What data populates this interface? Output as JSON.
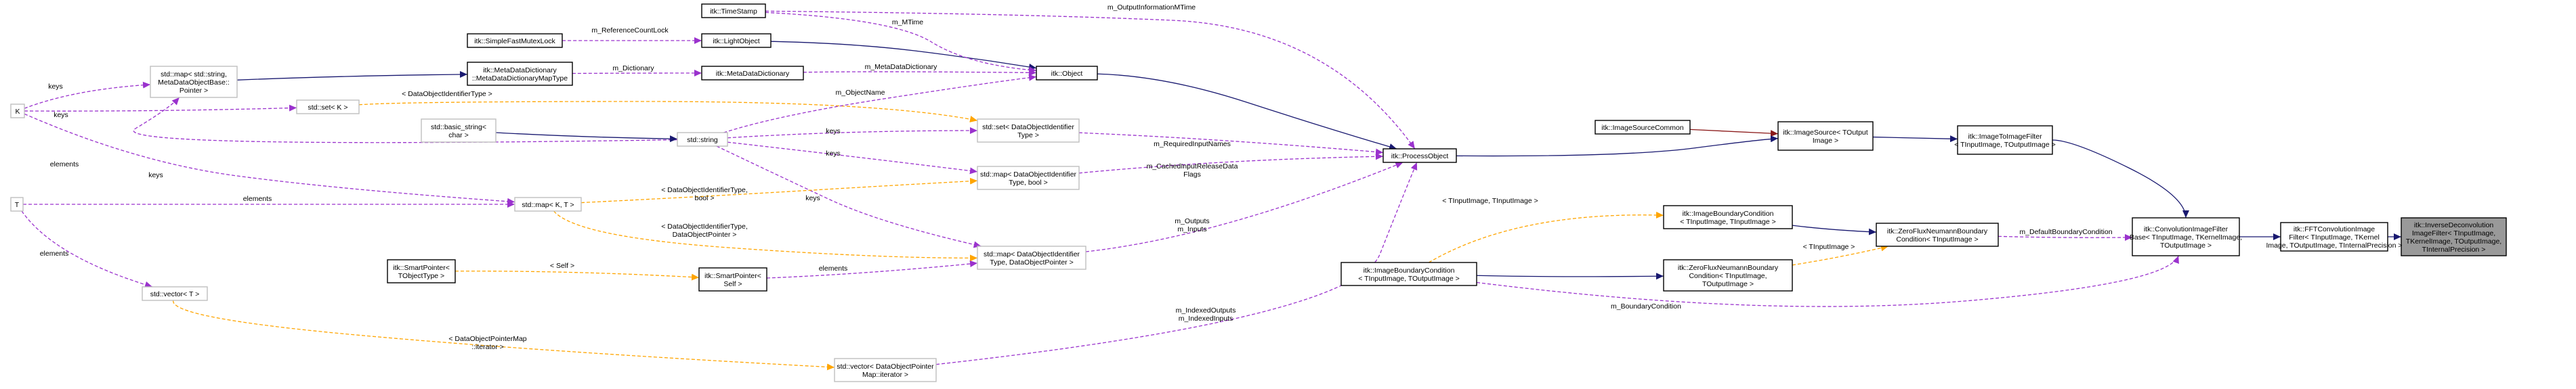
{
  "colors": {
    "node_border": "#000000",
    "node_border_gray": "#bfbfbf",
    "node_fill": "#ffffff",
    "focus_fill": "#999999",
    "inherit": "#191970",
    "member": "#9a32cd",
    "template": "#ffa500",
    "protected": "#8b1a1a"
  },
  "nodes": [
    {
      "id": "invdecon",
      "lines": [
        "itk::InverseDeconvolution",
        "ImageFilter< TInputImage,",
        "TKernelImage, TOutputImage,",
        "TInternalPrecision >"
      ],
      "focus": true
    },
    {
      "id": "fftconv",
      "lines": [
        "itk::FFTConvolutionImage",
        "Filter< TInputImage, TKernel",
        "Image, TOutputImage, TInternalPrecision >"
      ]
    },
    {
      "id": "convbase",
      "lines": [
        "itk::ConvolutionImageFilter",
        "Base< TInputImage, TKernelImage,",
        "TOutputImage >"
      ]
    },
    {
      "id": "img2img",
      "lines": [
        "itk::ImageToImageFilter",
        "< TInputImage, TOutputImage >"
      ]
    },
    {
      "id": "imgsrc",
      "lines": [
        "itk::ImageSource< TOutput",
        "Image >"
      ]
    },
    {
      "id": "imgsrccommon",
      "lines": [
        "itk::ImageSourceCommon"
      ]
    },
    {
      "id": "procobj",
      "lines": [
        "itk::ProcessObject"
      ]
    },
    {
      "id": "object",
      "lines": [
        "itk::Object"
      ]
    },
    {
      "id": "lightobj",
      "lines": [
        "itk::LightObject"
      ]
    },
    {
      "id": "sfmlock",
      "lines": [
        "itk::SimpleFastMutexLock"
      ]
    },
    {
      "id": "timestamp",
      "lines": [
        "itk::TimeStamp"
      ]
    },
    {
      "id": "mdd",
      "lines": [
        "itk::MetaDataDictionary"
      ]
    },
    {
      "id": "mddmap",
      "lines": [
        "itk::MetaDataDictionary",
        "::MetaDataDictionaryMapType"
      ]
    },
    {
      "id": "mapstr",
      "lines": [
        "std::map< std::string,",
        "MetaDataObjectBase::",
        "Pointer >"
      ],
      "gray": true
    },
    {
      "id": "K",
      "lines": [
        "K"
      ],
      "gray": true
    },
    {
      "id": "setK",
      "lines": [
        "std::set< K >"
      ],
      "gray": true
    },
    {
      "id": "basicstr",
      "lines": [
        "std::basic_string<",
        "char >"
      ],
      "gray": true
    },
    {
      "id": "stdstring",
      "lines": [
        "std::string"
      ],
      "gray": true
    },
    {
      "id": "setdoit",
      "lines": [
        "std::set< DataObjectIdentifier",
        "Type >"
      ],
      "gray": true
    },
    {
      "id": "mapdoibool",
      "lines": [
        "std::map< DataObjectIdentifier",
        "Type, bool >"
      ],
      "gray": true
    },
    {
      "id": "mapKT",
      "lines": [
        "std::map< K, T >"
      ],
      "gray": true
    },
    {
      "id": "T",
      "lines": [
        "T"
      ],
      "gray": true
    },
    {
      "id": "mapdoidop",
      "lines": [
        "std::map< DataObjectIdentifier",
        "Type, DataObjectPointer >"
      ],
      "gray": true
    },
    {
      "id": "spTObj",
      "lines": [
        "itk::SmartPointer<",
        "TObjectType >"
      ]
    },
    {
      "id": "spSelf",
      "lines": [
        "itk::SmartPointer<",
        "Self >"
      ]
    },
    {
      "id": "vecT",
      "lines": [
        "std::vector< T >"
      ],
      "gray": true
    },
    {
      "id": "vecdop",
      "lines": [
        "std::vector< DataObjectPointer",
        "Map::iterator >"
      ],
      "gray": true
    },
    {
      "id": "ibc",
      "lines": [
        "itk::ImageBoundaryCondition",
        "< TInputImage, TOutputImage >"
      ]
    },
    {
      "id": "ibc2",
      "lines": [
        "itk::ImageBoundaryCondition",
        "< TInputImage, TInputImage >"
      ]
    },
    {
      "id": "zfnbc",
      "lines": [
        "itk::ZeroFluxNeumannBoundary",
        "Condition< TInputImage,",
        "TOutputImage >"
      ]
    },
    {
      "id": "zfnbc2",
      "lines": [
        "itk::ZeroFluxNeumannBoundary",
        "Condition< TInputImage >"
      ]
    }
  ],
  "edges": [
    {
      "id": "e1",
      "kind": "inherit",
      "from": "fftconv",
      "to": "invdecon"
    },
    {
      "id": "e2",
      "kind": "inherit",
      "from": "convbase",
      "to": "fftconv"
    },
    {
      "id": "e3",
      "kind": "inherit",
      "from": "img2img",
      "to": "convbase"
    },
    {
      "id": "e4",
      "kind": "inherit",
      "from": "imgsrc",
      "to": "img2img"
    },
    {
      "id": "e5",
      "kind": "protected",
      "from": "imgsrccommon",
      "to": "imgsrc"
    },
    {
      "id": "e6",
      "kind": "inherit",
      "from": "procobj",
      "to": "imgsrc"
    },
    {
      "id": "e7",
      "kind": "inherit",
      "from": "object",
      "to": "procobj"
    },
    {
      "id": "e8",
      "kind": "inherit",
      "from": "lightobj",
      "to": "object"
    },
    {
      "id": "e9",
      "kind": "member",
      "from": "sfmlock",
      "to": "lightobj",
      "label": "m_ReferenceCountLock"
    },
    {
      "id": "e10",
      "kind": "member",
      "from": "timestamp",
      "to": "object",
      "label": "m_MTime"
    },
    {
      "id": "e11",
      "kind": "member",
      "from": "timestamp",
      "to": "procobj",
      "label": "m_OutputInformationMTime"
    },
    {
      "id": "e12",
      "kind": "member",
      "from": "mdd",
      "to": "object",
      "label": "m_MetaDataDictionary"
    },
    {
      "id": "e13",
      "kind": "member",
      "from": "mddmap",
      "to": "mdd",
      "label": "m_Dictionary"
    },
    {
      "id": "e14",
      "kind": "inherit",
      "from": "mapstr",
      "to": "mddmap"
    },
    {
      "id": "e15",
      "kind": "member",
      "from": "K",
      "to": "mapstr",
      "label": "keys"
    },
    {
      "id": "e16",
      "kind": "member",
      "from": "stdstring",
      "to": "mapstr",
      "label": "elements"
    },
    {
      "id": "e17",
      "kind": "member",
      "from": "K",
      "to": "setK",
      "label": "keys"
    },
    {
      "id": "e18",
      "kind": "template",
      "from": "setK",
      "to": "setdoit",
      "label": "< DataObjectIdentifierType >"
    },
    {
      "id": "e19",
      "kind": "member",
      "from": "stdstring",
      "to": "object",
      "label": "m_ObjectName"
    },
    {
      "id": "e20",
      "kind": "inherit",
      "from": "basicstr",
      "to": "stdstring"
    },
    {
      "id": "e21",
      "kind": "member",
      "from": "stdstring",
      "to": "setdoit",
      "label": "keys"
    },
    {
      "id": "e22",
      "kind": "member",
      "from": "stdstring",
      "to": "mapdoibool",
      "label": "keys"
    },
    {
      "id": "e23",
      "kind": "member",
      "from": "stdstring",
      "to": "mapdoidop",
      "label": "keys"
    },
    {
      "id": "e24",
      "kind": "member",
      "from": "setdoit",
      "to": "procobj",
      "label": "m_RequiredInputNames"
    },
    {
      "id": "e25",
      "kind": "member",
      "from": "mapdoibool",
      "to": "procobj",
      "label": "m_CachedInputReleaseData\nFlags"
    },
    {
      "id": "e26",
      "kind": "member",
      "from": "mapdoidop",
      "to": "procobj",
      "label": "m_Outputs\nm_Inputs"
    },
    {
      "id": "e27",
      "kind": "member",
      "from": "K",
      "to": "mapKT",
      "label": "keys"
    },
    {
      "id": "e28",
      "kind": "member",
      "from": "T",
      "to": "mapKT",
      "label": "elements"
    },
    {
      "id": "e29",
      "kind": "template",
      "from": "mapKT",
      "to": "mapdoibool",
      "label": "< DataObjectIdentifierType,\nbool >"
    },
    {
      "id": "e30",
      "kind": "template",
      "from": "mapKT",
      "to": "mapdoidop",
      "label": "< DataObjectIdentifierType,\nDataObjectPointer >"
    },
    {
      "id": "e31",
      "kind": "member",
      "from": "spSelf",
      "to": "mapdoidop",
      "label": "elements"
    },
    {
      "id": "e32",
      "kind": "template",
      "from": "spTObj",
      "to": "spSelf",
      "label": "< Self >"
    },
    {
      "id": "e33",
      "kind": "member",
      "from": "T",
      "to": "vecT",
      "label": "elements"
    },
    {
      "id": "e34",
      "kind": "template",
      "from": "vecT",
      "to": "vecdop",
      "label": "< DataObjectPointerMap\n::iterator >"
    },
    {
      "id": "e35",
      "kind": "member",
      "from": "vecdop",
      "to": "procobj",
      "label": "m_IndexedOutputs\nm_IndexedInputs"
    },
    {
      "id": "e36",
      "kind": "template",
      "from": "ibc",
      "to": "ibc2",
      "label": "< TInputImage, TInputImage >"
    },
    {
      "id": "e37",
      "kind": "inherit",
      "from": "ibc2",
      "to": "zfnbc2"
    },
    {
      "id": "e38",
      "kind": "template",
      "from": "zfnbc",
      "to": "zfnbc2",
      "label": "< TInputImage >"
    },
    {
      "id": "e39",
      "kind": "inherit",
      "from": "ibc",
      "to": "zfnbc"
    },
    {
      "id": "e40",
      "kind": "member",
      "from": "zfnbc2",
      "to": "convbase",
      "label": "m_DefaultBoundaryCondition"
    },
    {
      "id": "e41",
      "kind": "member",
      "from": "ibc",
      "to": "convbase",
      "label": "m_BoundaryCondition"
    }
  ]
}
